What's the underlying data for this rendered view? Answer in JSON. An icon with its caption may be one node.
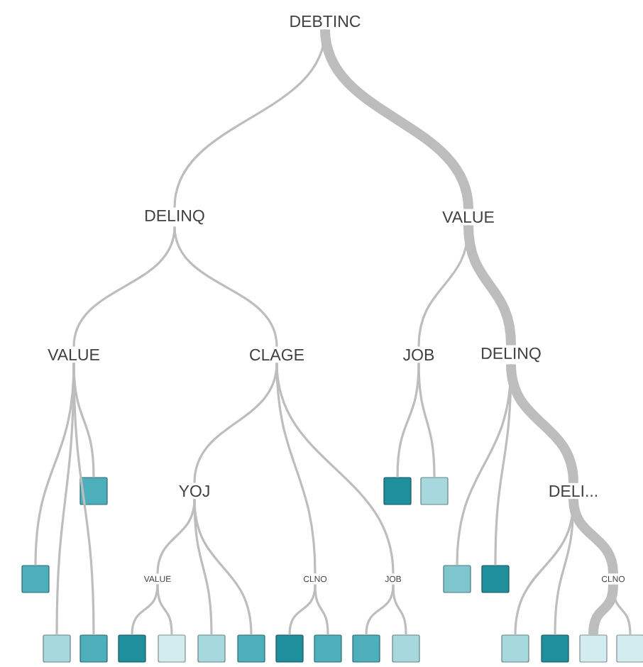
{
  "diagram": {
    "nodes": [
      {
        "text": [
          "DEBTINC"
        ]
      },
      {
        "text": [
          "DELINQ"
        ]
      },
      {
        "text": [
          "VALUE"
        ]
      },
      {
        "text": [
          "VALUE"
        ]
      },
      {
        "text": [
          "CLAGE"
        ]
      },
      {
        "text": [
          "JOB"
        ]
      },
      {
        "text": [
          "DELINQ"
        ]
      },
      {
        "text": [],
        "shape": "box"
      },
      {
        "text": [
          "YOJ"
        ]
      },
      {
        "text": [],
        "shape": "box"
      },
      {
        "text": [],
        "shape": "box"
      },
      {
        "text": [
          "DELI..."
        ]
      },
      {
        "text": [],
        "shape": "box"
      },
      {
        "text": [
          "VALUE"
        ]
      },
      {
        "text": [
          "CLNO"
        ]
      },
      {
        "text": [
          "JOB"
        ]
      },
      {
        "text": [],
        "shape": "box"
      },
      {
        "text": [],
        "shape": "box"
      },
      {
        "text": [
          "CLNO"
        ]
      },
      {
        "text": [],
        "shape": "box"
      },
      {
        "text": [],
        "shape": "box"
      },
      {
        "text": [],
        "shape": "box"
      },
      {
        "text": [],
        "shape": "box"
      },
      {
        "text": [],
        "shape": "box"
      },
      {
        "text": [],
        "shape": "box"
      },
      {
        "text": [],
        "shape": "box"
      },
      {
        "text": [],
        "shape": "box"
      },
      {
        "text": [],
        "shape": "box"
      },
      {
        "text": [],
        "shape": "box"
      },
      {
        "text": [],
        "shape": "box"
      },
      {
        "text": [],
        "shape": "box"
      },
      {
        "text": [],
        "shape": "box"
      },
      {
        "text": [],
        "shape": "box"
      }
    ],
    "edges": [
      {
        "from": 0,
        "to": 1,
        "arrow": "none"
      },
      {
        "from": 0,
        "to": 2,
        "arrow": "none",
        "style": "thick"
      },
      {
        "from": 1,
        "to": 3,
        "arrow": "none"
      },
      {
        "from": 1,
        "to": 4,
        "arrow": "none"
      },
      {
        "from": 2,
        "to": 5,
        "arrow": "none"
      },
      {
        "from": 2,
        "to": 6,
        "arrow": "none",
        "style": "thick"
      },
      {
        "from": 3,
        "to": 7,
        "arrow": "none"
      },
      {
        "from": 3,
        "to": 12,
        "arrow": "none"
      },
      {
        "from": 3,
        "to": 19,
        "arrow": "none"
      },
      {
        "from": 3,
        "to": 20,
        "arrow": "none"
      },
      {
        "from": 4,
        "to": 8,
        "arrow": "none"
      },
      {
        "from": 4,
        "to": 14,
        "arrow": "none"
      },
      {
        "from": 4,
        "to": 15,
        "arrow": "none"
      },
      {
        "from": 8,
        "to": 13,
        "arrow": "none"
      },
      {
        "from": 8,
        "to": 23,
        "arrow": "none"
      },
      {
        "from": 8,
        "to": 24,
        "arrow": "none"
      },
      {
        "from": 13,
        "to": 21,
        "arrow": "none"
      },
      {
        "from": 13,
        "to": 22,
        "arrow": "none"
      },
      {
        "from": 14,
        "to": 25,
        "arrow": "none"
      },
      {
        "from": 14,
        "to": 26,
        "arrow": "none"
      },
      {
        "from": 15,
        "to": 27,
        "arrow": "none"
      },
      {
        "from": 15,
        "to": 28,
        "arrow": "none"
      },
      {
        "from": 5,
        "to": 9,
        "arrow": "none"
      },
      {
        "from": 5,
        "to": 10,
        "arrow": "none"
      },
      {
        "from": 6,
        "to": 11,
        "arrow": "none",
        "style": "thick"
      },
      {
        "from": 6,
        "to": 16,
        "arrow": "none"
      },
      {
        "from": 6,
        "to": 17,
        "arrow": "none"
      },
      {
        "from": 11,
        "to": 29,
        "arrow": "none"
      },
      {
        "from": 11,
        "to": 30,
        "arrow": "none"
      },
      {
        "from": 11,
        "to": 18,
        "arrow": "none",
        "style": "thick"
      },
      {
        "from": 18,
        "to": 31,
        "arrow": "none",
        "style": "thick"
      },
      {
        "from": 18,
        "to": 32,
        "arrow": "none"
      }
    ]
  }
}
